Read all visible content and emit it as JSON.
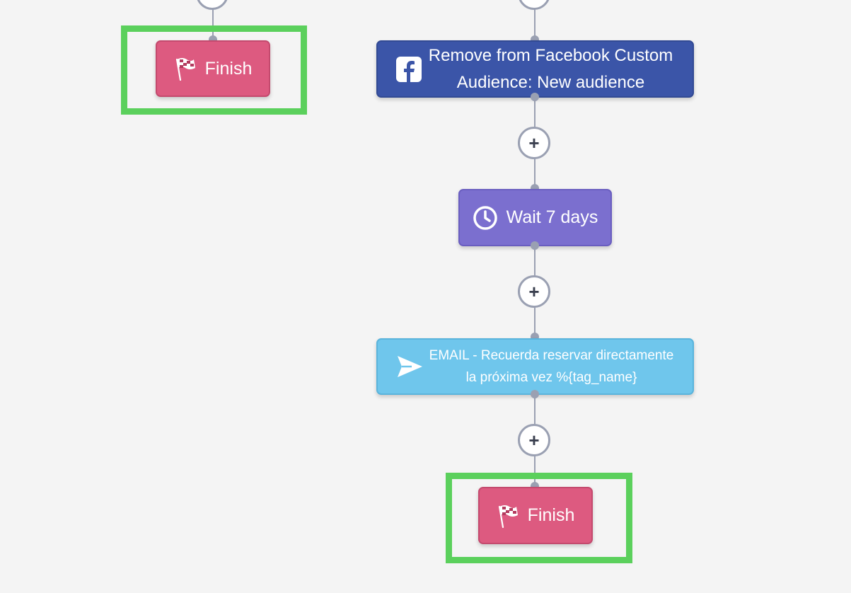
{
  "workflow": {
    "left_branch": {
      "finish": {
        "label": "Finish",
        "icon": "checkered-flag-icon"
      }
    },
    "right_branch": {
      "facebook_step": {
        "line1": "Remove from Facebook Custom",
        "line2": "Audience: New audience",
        "icon": "facebook-icon"
      },
      "wait_step": {
        "label": "Wait 7 days",
        "icon": "clock-icon"
      },
      "email_step": {
        "line1": "EMAIL - Recuerda reservar directamente",
        "line2": "la próxima vez %{tag_name}",
        "icon": "send-icon"
      },
      "finish": {
        "label": "Finish",
        "icon": "checkered-flag-icon"
      }
    },
    "add_step_symbol": "+"
  },
  "colors": {
    "background": "#f4f4f4",
    "connector": "#9aa0b2",
    "finish": "#dd5a80",
    "facebook": "#3b55a8",
    "wait": "#7b6fcf",
    "email": "#6fc6ec",
    "highlight": "#5bd05c"
  }
}
